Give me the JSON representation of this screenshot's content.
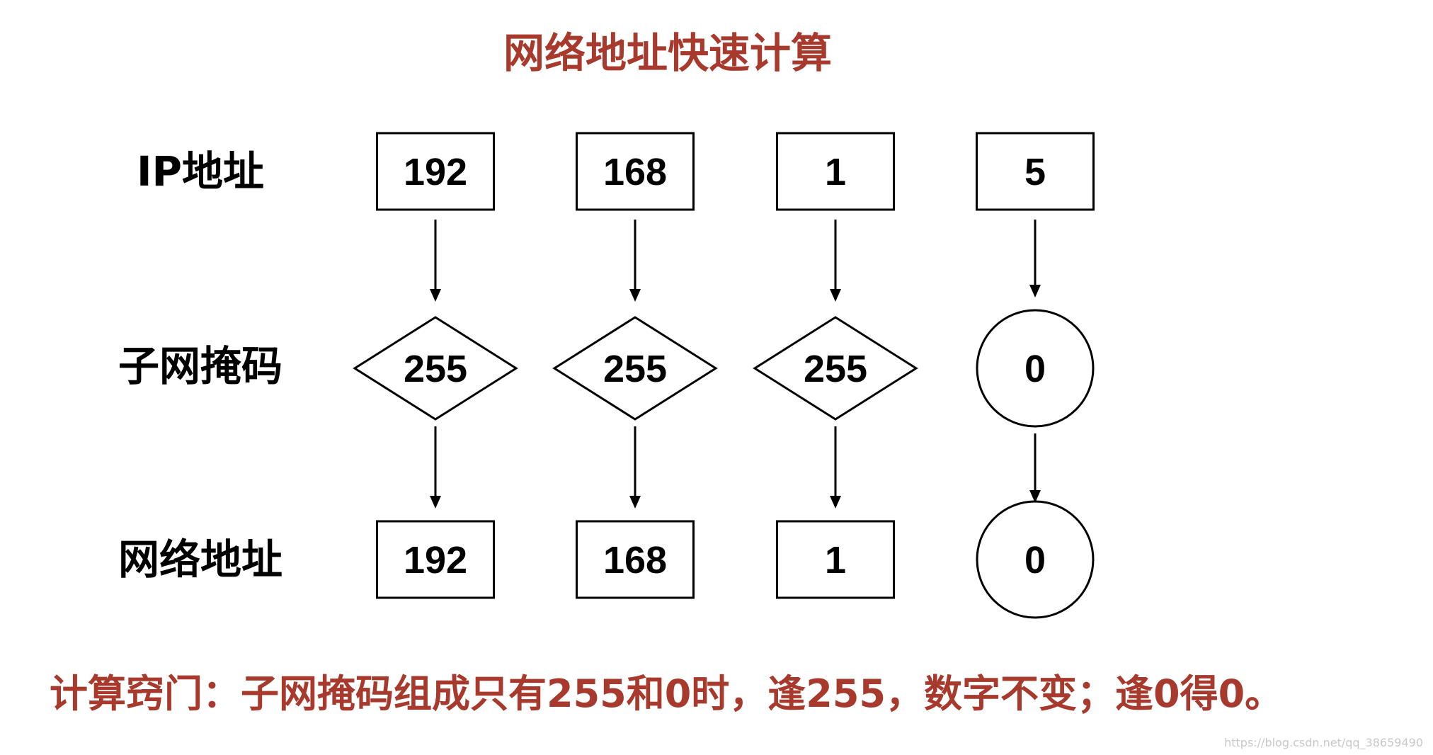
{
  "title": "网络地址快速计算",
  "row_labels": {
    "ip": "IP地址",
    "mask": "子网掩码",
    "network": "网络地址"
  },
  "ip_octets": [
    "192",
    "168",
    "1",
    "5"
  ],
  "mask_octets": [
    "255",
    "255",
    "255",
    "0"
  ],
  "network_octets": [
    "192",
    "168",
    "1",
    "0"
  ],
  "mask_shapes": [
    "diamond",
    "diamond",
    "diamond",
    "circle"
  ],
  "network_shapes": [
    "box",
    "box",
    "box",
    "circle"
  ],
  "tip": "计算窍门：子网掩码组成只有255和0时，逢255，数字不变；逢0得0。",
  "watermark": "https://blog.csdn.net/qq_38659490",
  "colors": {
    "accent": "#a83a2d",
    "stroke": "#000000",
    "background": "#ffffff"
  }
}
